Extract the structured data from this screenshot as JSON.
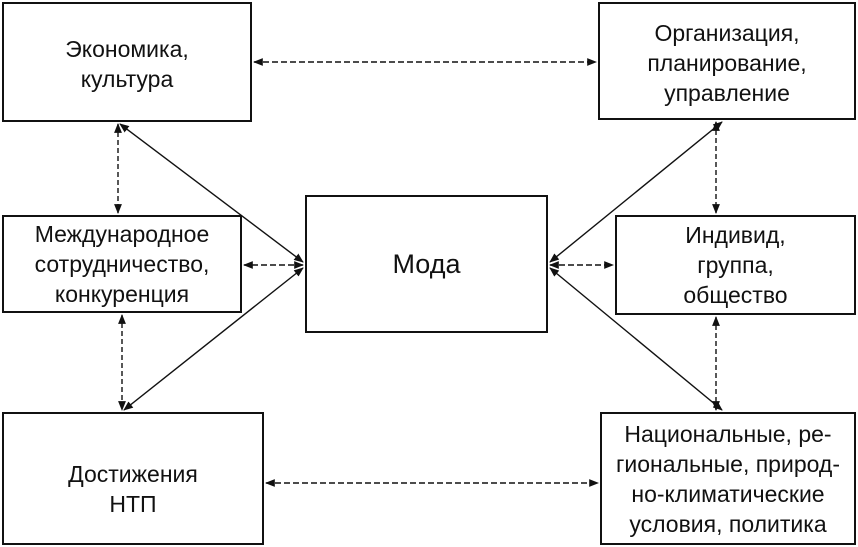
{
  "diagram": {
    "center": "Мода",
    "economy": "Экономика,\nкультура",
    "organization": "Организация,\nпланирование,\nуправление",
    "international": "Международное\nсотрудничество,\nконкуренция",
    "individual": "Индивид,\nгруппа,\nобщество",
    "ntp": "Достижения\nНТП",
    "national": "Национальные, ре-\nгиональные, природ-\nно-климатические\nусловия, политика"
  }
}
